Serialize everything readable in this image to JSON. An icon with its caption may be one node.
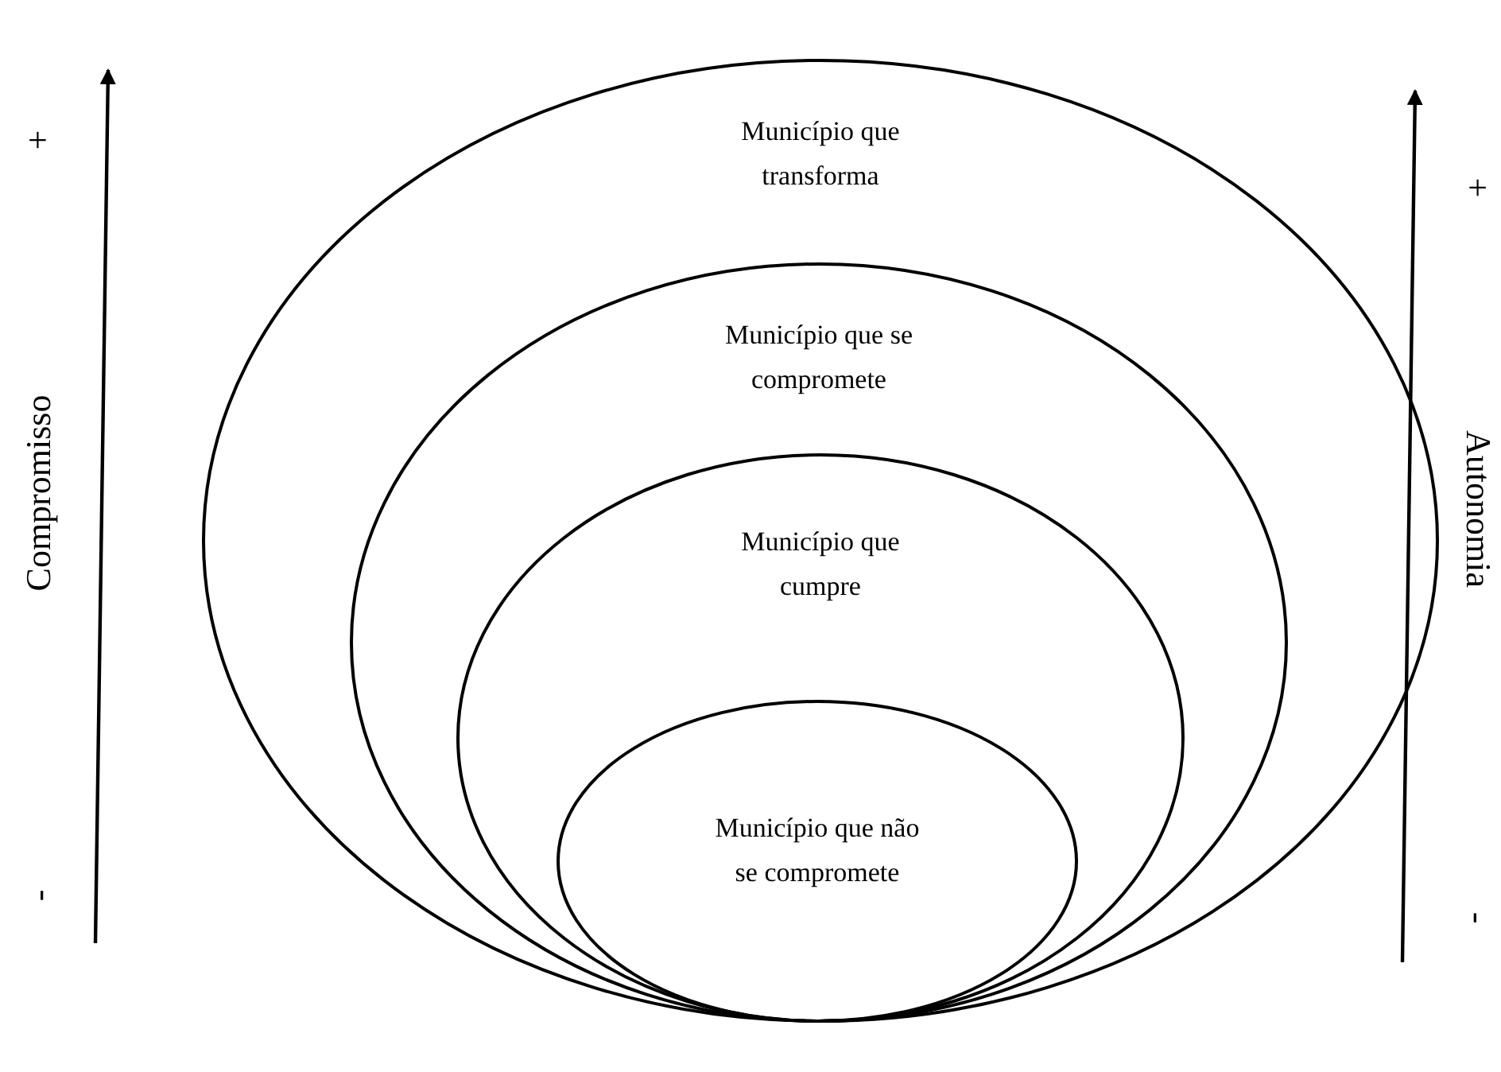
{
  "diagram": {
    "nodes": [
      {
        "text": [
          "Município que transforma"
        ]
      },
      {
        "text": [
          "Município que se compromete"
        ],
        "in": 0
      },
      {
        "text": [
          "Município que cumpre"
        ],
        "in": 1
      },
      {
        "text": [
          "Município que não se compromete"
        ],
        "in": 2
      }
    ],
    "labels": [
      "+",
      "Compromisso",
      "-",
      "+",
      "Autonomia",
      "-"
    ]
  }
}
